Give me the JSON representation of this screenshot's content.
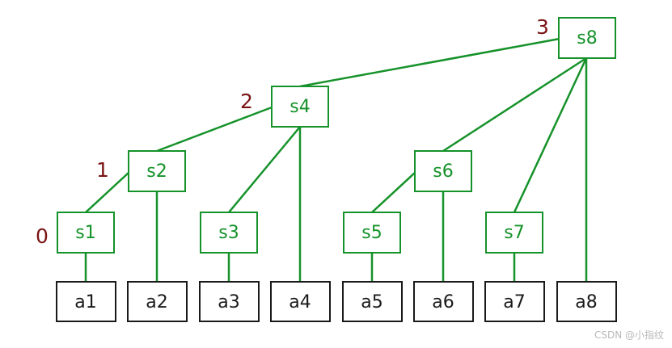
{
  "colors": {
    "green": "#16922a",
    "box_black": "#1a1a1a",
    "level_red": "#7a1414",
    "watermark": "#b9b9b9"
  },
  "nodes": {
    "s1": "s1",
    "s2": "s2",
    "s3": "s3",
    "s4": "s4",
    "s5": "s5",
    "s6": "s6",
    "s7": "s7",
    "s8": "s8"
  },
  "leaves": {
    "a1": "a1",
    "a2": "a2",
    "a3": "a3",
    "a4": "a4",
    "a5": "a5",
    "a6": "a6",
    "a7": "a7",
    "a8": "a8"
  },
  "levels": {
    "l0": "0",
    "l1": "1",
    "l2": "2",
    "l3": "3"
  },
  "watermark": "CSDN @小指纹"
}
